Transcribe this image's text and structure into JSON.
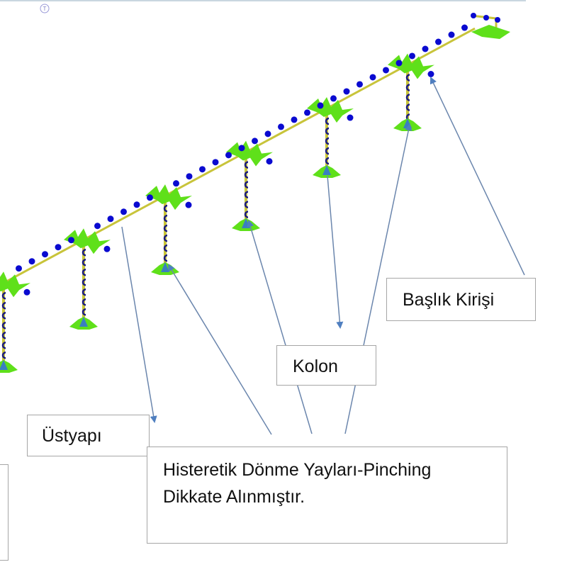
{
  "labels": {
    "cap_beam": "Başlık Kirişi",
    "column": "Kolon",
    "superstructure": "Üstyapı",
    "springs_line1": "Histeretik Dönme Yayları-Pinching",
    "springs_line2": "Dikkate Alınmıştır."
  },
  "colors": {
    "deck": "#c8c43a",
    "node": "#0a0ad0",
    "support": "#5fe01a",
    "arrow": "#6b86ad"
  },
  "top_icon": "T"
}
